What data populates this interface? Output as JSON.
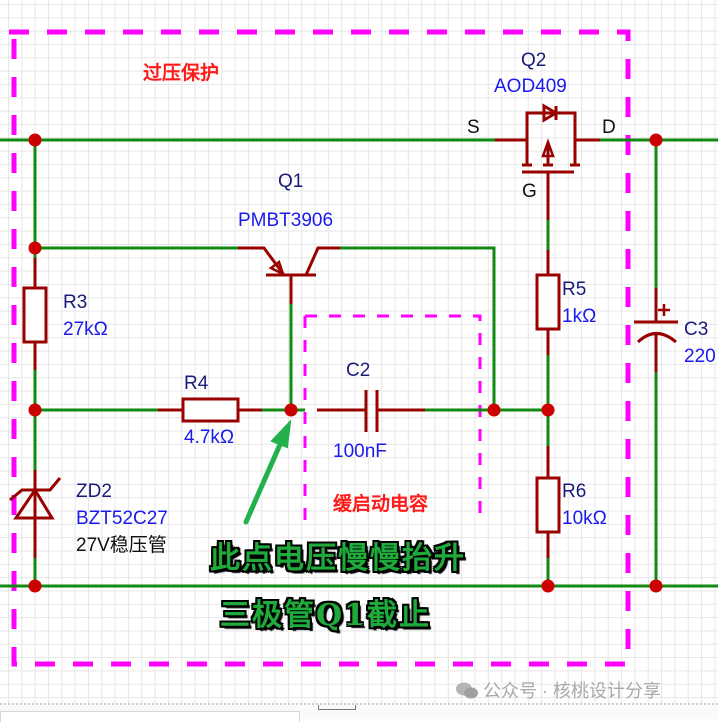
{
  "title": "过压保护",
  "soft_start_label": "缓启动电容",
  "annotation": {
    "line1": "此点电压慢慢抬升",
    "line2": "三极管Q1截止"
  },
  "components": {
    "q1": {
      "ref": "Q1",
      "value": "PMBT3906"
    },
    "q2": {
      "ref": "Q2",
      "value": "AOD409",
      "pin_s": "S",
      "pin_d": "D",
      "pin_g": "G"
    },
    "r3": {
      "ref": "R3",
      "value": "27kΩ"
    },
    "r4": {
      "ref": "R4",
      "value": "4.7kΩ"
    },
    "r5": {
      "ref": "R5",
      "value": "1kΩ"
    },
    "r6": {
      "ref": "R6",
      "value": "10kΩ"
    },
    "c2": {
      "ref": "C2",
      "value": "100nF"
    },
    "c3": {
      "ref": "C3",
      "value": "220",
      "polarity": "+"
    },
    "zd2": {
      "ref": "ZD2",
      "value": "BZT52C27",
      "desc": "27V稳压管"
    }
  },
  "watermark": "公众号 · 核桃设计分享",
  "colors": {
    "wire": "#108a10",
    "component": "#990000",
    "junction": "#cc0000",
    "box": "#ff00ff",
    "ref_text": "#1a1a7a",
    "value_text": "#1a1aee",
    "title_text": "#ff1a1a",
    "annotation_fill": "#1faa3c",
    "arrow": "#22b14c"
  }
}
